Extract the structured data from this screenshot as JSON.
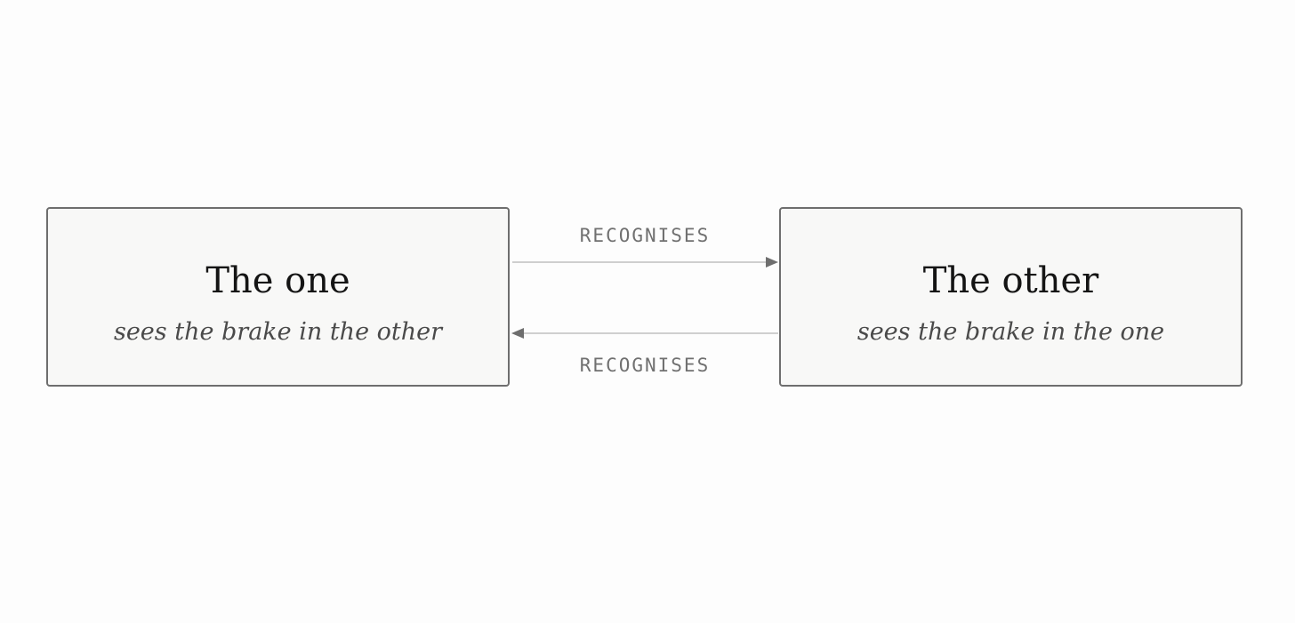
{
  "nodes": {
    "left": {
      "title": "The one",
      "subtitle": "sees the brake in the other"
    },
    "right": {
      "title": "The other",
      "subtitle": "sees the brake in the one"
    }
  },
  "edges": {
    "top": {
      "label": "RECOGNISES",
      "direction": "left-to-right"
    },
    "bottom": {
      "label": "RECOGNISES",
      "direction": "right-to-left"
    }
  },
  "colors": {
    "node_border": "#6e6e6e",
    "node_fill": "#f8f8f7",
    "edge_line": "#cfcfcf",
    "arrowhead": "#6e6e6e",
    "label_text": "#707070"
  }
}
